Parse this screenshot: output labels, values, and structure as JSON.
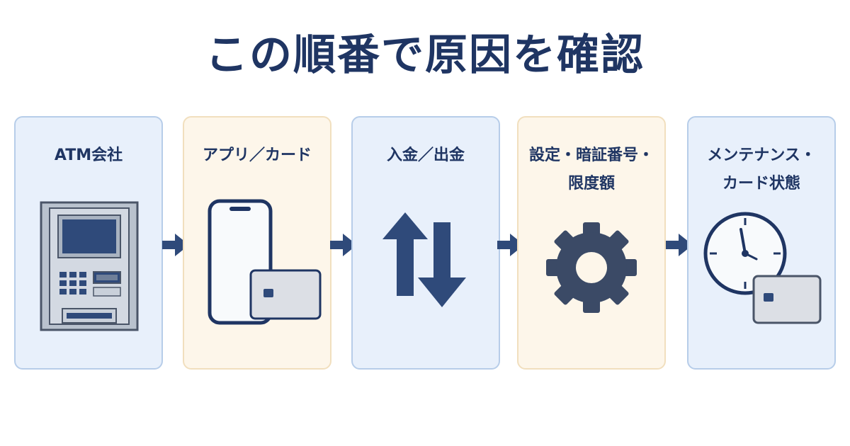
{
  "title": "この順番で原因を確認",
  "colors": {
    "navy": "#1f3563",
    "steel": "#2f4a7a",
    "card_blue": "#e8f0fb",
    "card_cream": "#fdf6ea"
  },
  "steps": [
    {
      "label": "ATM会社",
      "icon": "atm-icon"
    },
    {
      "label": "アプリ／カード",
      "icon": "smartphone-card-icon"
    },
    {
      "label": "入金／出金",
      "icon": "up-down-arrows-icon"
    },
    {
      "label": "設定・暗証番号・\n限度額",
      "icon": "gear-icon"
    },
    {
      "label": "メンテナンス・\nカード状態",
      "icon": "clock-card-icon"
    }
  ]
}
